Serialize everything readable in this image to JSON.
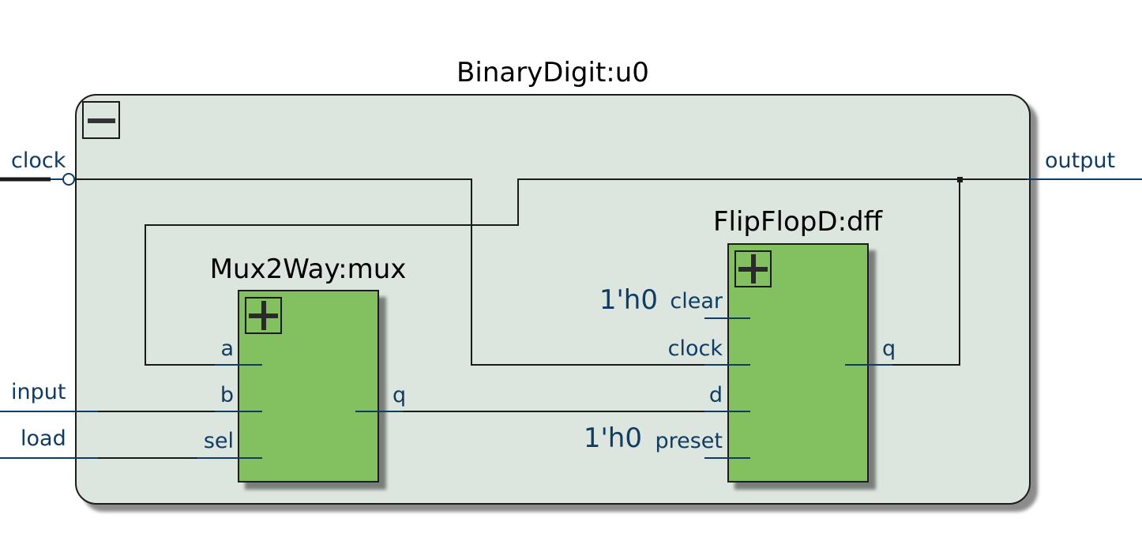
{
  "outer_module": {
    "title": "BinaryDigit:u0",
    "collapse_icon": "minus-icon",
    "inputs": {
      "clock": "clock",
      "input": "input",
      "load": "load"
    },
    "outputs": {
      "output": "output"
    }
  },
  "mux": {
    "title": "Mux2Way:mux",
    "expand_icon": "plus-icon",
    "ports": {
      "a": "a",
      "b": "b",
      "sel": "sel",
      "q": "q"
    }
  },
  "dff": {
    "title": "FlipFlopD:dff",
    "expand_icon": "plus-icon",
    "ports": {
      "clear": "clear",
      "clock": "clock",
      "d": "d",
      "preset": "preset",
      "q": "q"
    },
    "clear_const": "1'h0",
    "preset_const": "1'h0"
  },
  "colors": {
    "module_fill": "#dde6de",
    "block_fill": "#82c060",
    "label_color": "#0e3c64",
    "wire_color": "#1a1a1a"
  }
}
